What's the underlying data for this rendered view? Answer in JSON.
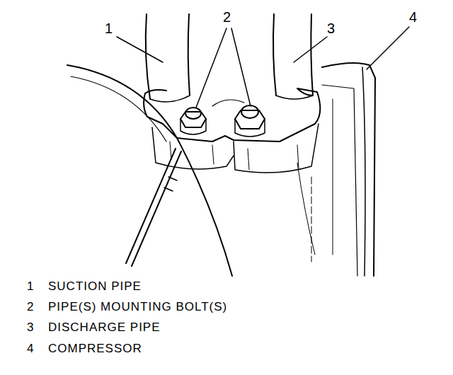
{
  "diagram": {
    "labels": [
      "1",
      "2",
      "3",
      "4",
      "1",
      "SUCTION PIPE",
      "2",
      "PIPE(S) MOUNTING BOLT(S)",
      "3",
      "DISCHARGE PIPE",
      "4",
      "COMPRESSOR"
    ]
  }
}
